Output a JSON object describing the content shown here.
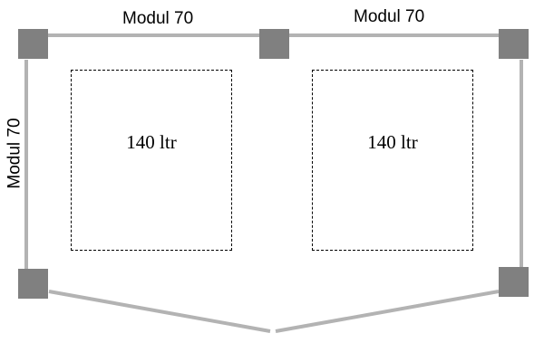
{
  "labels": {
    "top_left_module": "Modul 70",
    "top_right_module": "Modul 70",
    "left_side_module": "Modul 70"
  },
  "containers": [
    {
      "label": "140 ltr"
    },
    {
      "label": "140 ltr"
    }
  ],
  "colors": {
    "post": "#808080",
    "rail": "#b3b3b3",
    "background": "#ffffff",
    "dashed_outline": "#000000"
  }
}
